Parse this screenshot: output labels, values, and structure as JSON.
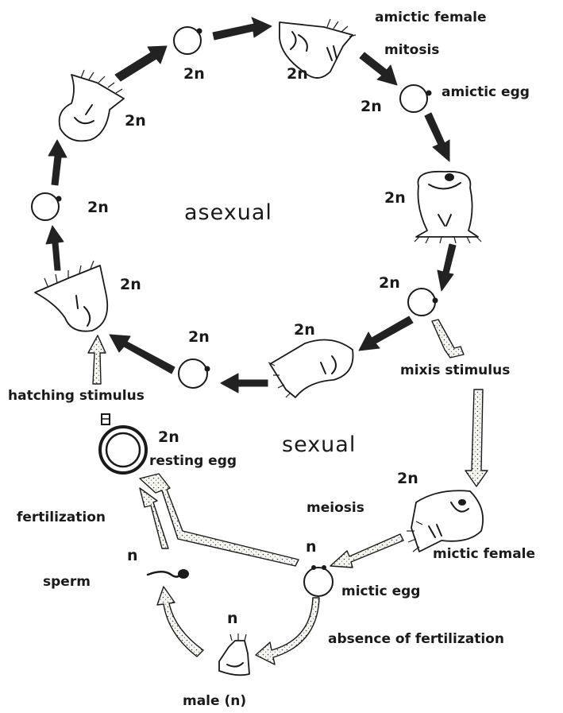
{
  "colors": {
    "ink": "#1a1a1a",
    "solid_arrow": "#222222",
    "stippled_arrow_fill": "#f7f7f2",
    "background": "#ffffff"
  },
  "zones": {
    "asexual": "asexual",
    "sexual": "sexual"
  },
  "labels": {
    "amictic_female": "amictic female",
    "mitosis": "mitosis",
    "amictic_egg": "amictic egg",
    "mixis_stimulus": "mixis stimulus",
    "hatching_stimulus": "hatching stimulus",
    "resting_egg": "resting egg",
    "fertilization": "fertilization",
    "meiosis": "meiosis",
    "mictic_female": "mictic female",
    "mictic_egg": "mictic egg",
    "sperm": "sperm",
    "absence_of_fertilization": "absence of fertilization",
    "male": "male (n)"
  },
  "ploidy": {
    "diploid": "2n",
    "haploid": "n"
  }
}
